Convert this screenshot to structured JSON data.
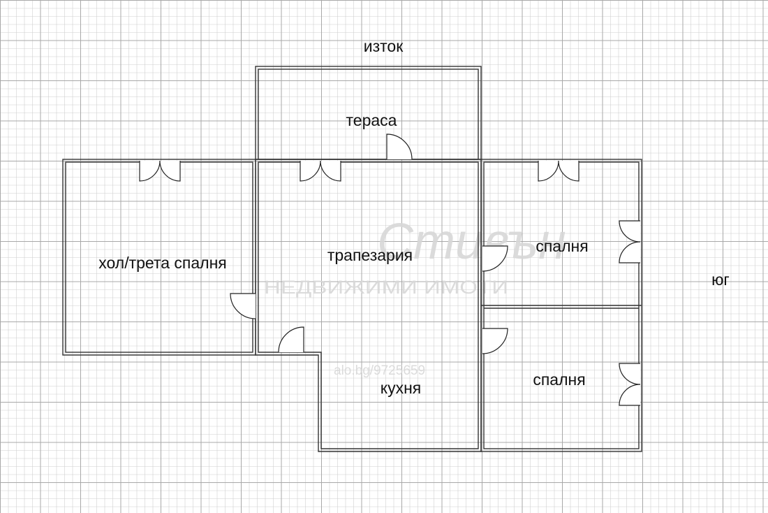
{
  "directions": {
    "east": "изток",
    "south": "юг"
  },
  "rooms": {
    "terrace": "тераса",
    "hall_bedroom": "хол/трета спалня",
    "dining": "трапезария",
    "kitchen": "кухня",
    "bedroom_top": "спалня",
    "bedroom_bottom": "спалня"
  },
  "watermark": {
    "agency": "НЕДВИЖИМИ ИМОТИ",
    "listing": "alo.bg/9725659"
  },
  "colors": {
    "grid_minor": "#d0d0d0",
    "grid_major": "#a8a8a8",
    "wall": "#333333",
    "wall_fill": "#e4e4e4",
    "door": "#222222",
    "watermark": "#d8d8d8"
  }
}
